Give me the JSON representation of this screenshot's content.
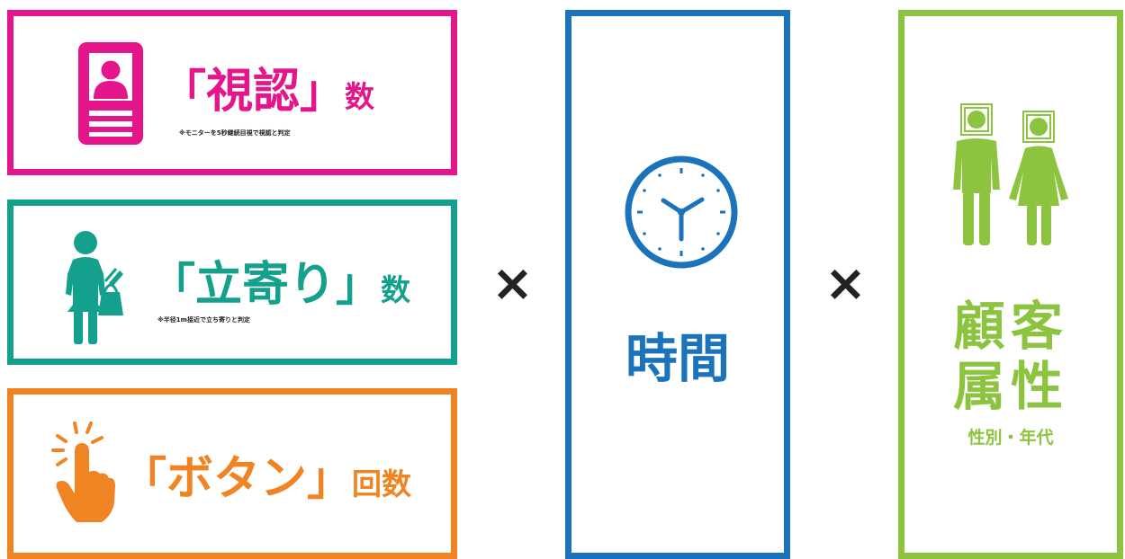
{
  "colors": {
    "view": "#e5168c",
    "visit": "#13a08c",
    "button": "#f08423",
    "time": "#1b73bb",
    "attributes": "#8dc43f",
    "operator": "#222222"
  },
  "metrics": {
    "view": {
      "open_bracket": "「",
      "keyword": "視認",
      "close_bracket": "」",
      "unit": "数",
      "note": "※モニターを5秒継続目視で視認と判定",
      "icon": "id-card-person-icon"
    },
    "visit": {
      "open_bracket": "「",
      "keyword": "立寄り",
      "close_bracket": "」",
      "unit": "数",
      "note": "※半径1m接近で立ち寄りと判定",
      "icon": "shopper-woman-icon"
    },
    "button": {
      "open_bracket": "「",
      "keyword": "ボタン",
      "close_bracket": "」",
      "unit": "回数",
      "icon": "tap-hand-icon"
    }
  },
  "operators": {
    "first": "×",
    "second": "×"
  },
  "time": {
    "label": "時間",
    "icon": "clock-icon"
  },
  "attributes": {
    "label_line1": "顧客",
    "label_line2": "属性",
    "sub_label": "性別・年代",
    "icon": "man-woman-face-detect-icon"
  }
}
